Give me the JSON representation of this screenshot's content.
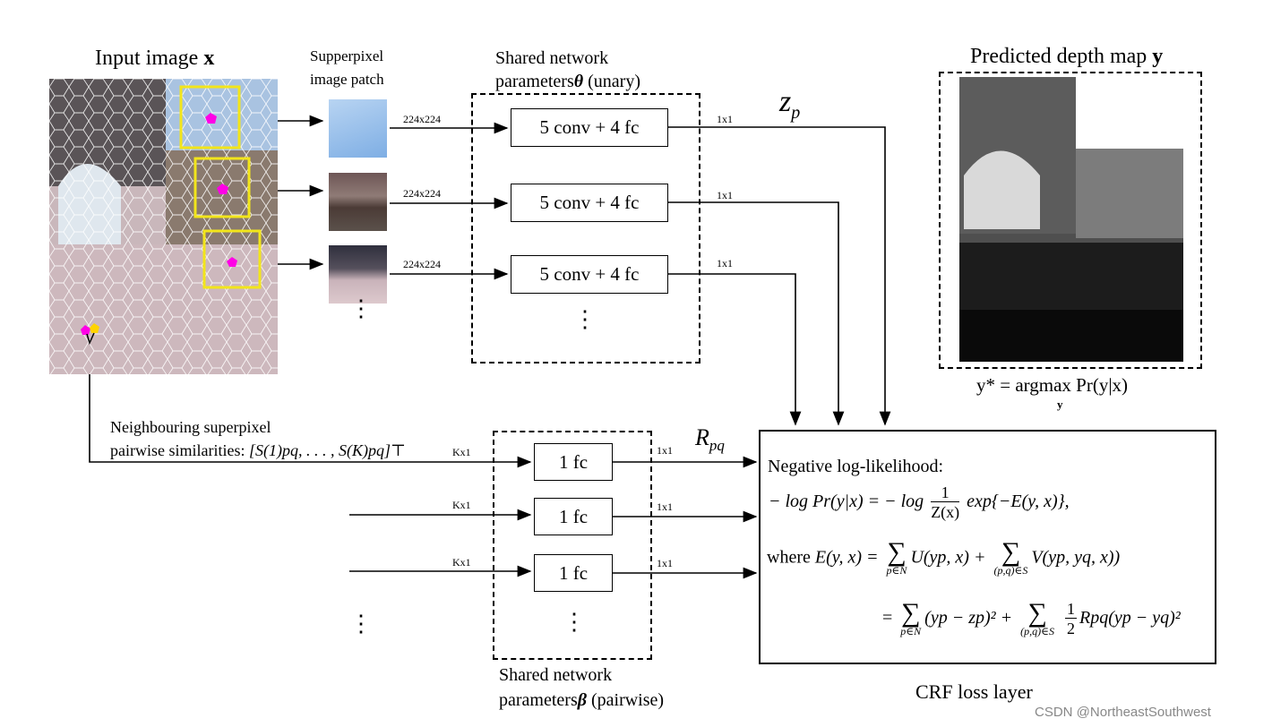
{
  "input_image": {
    "title": "Input image",
    "symbol": "x"
  },
  "patch_caption": {
    "line1": "Supperpixel",
    "line2": "image patch"
  },
  "unary_params": {
    "line1": "Shared network",
    "line2_prefix": "parameters",
    "symbol": "θ",
    "line2_suffix": "(unary)"
  },
  "unary_blocks": [
    "5 conv  + 4 fc",
    "5 conv  + 4 fc",
    "5 conv  + 4 fc"
  ],
  "unary_input_sizes": [
    "224x224",
    "224x224",
    "224x224"
  ],
  "unary_output_sizes": [
    "1x1",
    "1x1",
    "1x1"
  ],
  "zp_label": "z",
  "zp_sub": "p",
  "depth_map": {
    "title": "Predicted depth map",
    "symbol": "y"
  },
  "argmax": {
    "lhs": "y* = argmax Pr(y|x)",
    "under": "y"
  },
  "neighbour_text": {
    "line1": "Neighbouring superpixel",
    "line2": "pairwise similarities:",
    "vector": "[S(1)pq, . . . , S(K)pq]⊤"
  },
  "pairwise_blocks": [
    "1 fc",
    "1 fc",
    "1 fc"
  ],
  "pairwise_input_sizes": [
    "Kx1",
    "Kx1",
    "Kx1"
  ],
  "pairwise_output_sizes": [
    "1x1",
    "1x1",
    "1x1"
  ],
  "rpq_label": "R",
  "rpq_sub": "pq",
  "pairwise_params": {
    "line1": "Shared network",
    "line2_prefix": "parameters",
    "symbol": "β",
    "line2_suffix": "(pairwise)"
  },
  "crf": {
    "heading": "Negative log-likelihood:",
    "eq1_left": "− log Pr(y|x) = − log",
    "eq1_num": "1",
    "eq1_den": "Z(x)",
    "eq1_right": "exp{−E(y, x)},",
    "eq2_where": "where",
    "eq2_lhs": "E(y, x) =",
    "eq2_t1": "U(yp, x) +",
    "eq2_t2": "V(yp, yq, x))",
    "eq3_eq": "=",
    "eq3_t1": "(yp − zp)² +",
    "eq3_half_num": "1",
    "eq3_half_den": "2",
    "eq3_t2": "Rpq(yp − yq)²",
    "sum_sub_n": "p∈N",
    "sum_sub_s": "(p,q)∈S",
    "caption": "CRF loss layer"
  },
  "colors": {
    "highlight_box": "#f2e51b",
    "superpixel_point": "#ff00e6",
    "secondary_point": "#ffd400"
  },
  "watermark": "CSDN @NortheastSouthwest"
}
